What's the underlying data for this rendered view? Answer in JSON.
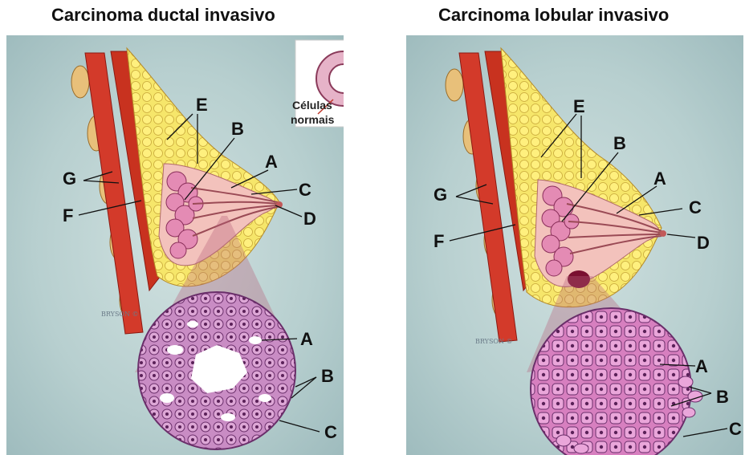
{
  "titles": {
    "left": "Carcinoma ductal invasivo",
    "right": "Carcinoma lobular invasivo"
  },
  "inset": {
    "line1": "Células",
    "line2": "normais"
  },
  "labels": {
    "A": "A",
    "B": "B",
    "C": "C",
    "D": "D",
    "E": "E",
    "F": "F",
    "G": "G"
  },
  "signature": "BRYSON ©",
  "colors": {
    "background": "#bcd3d2",
    "muscle": "#d33a2a",
    "fat": "#f3e45a",
    "tissue": "#f0b7b2",
    "lobule": "#e48bb4",
    "tumor": "#c989c6",
    "cell_outline": "#6a2e6a"
  }
}
